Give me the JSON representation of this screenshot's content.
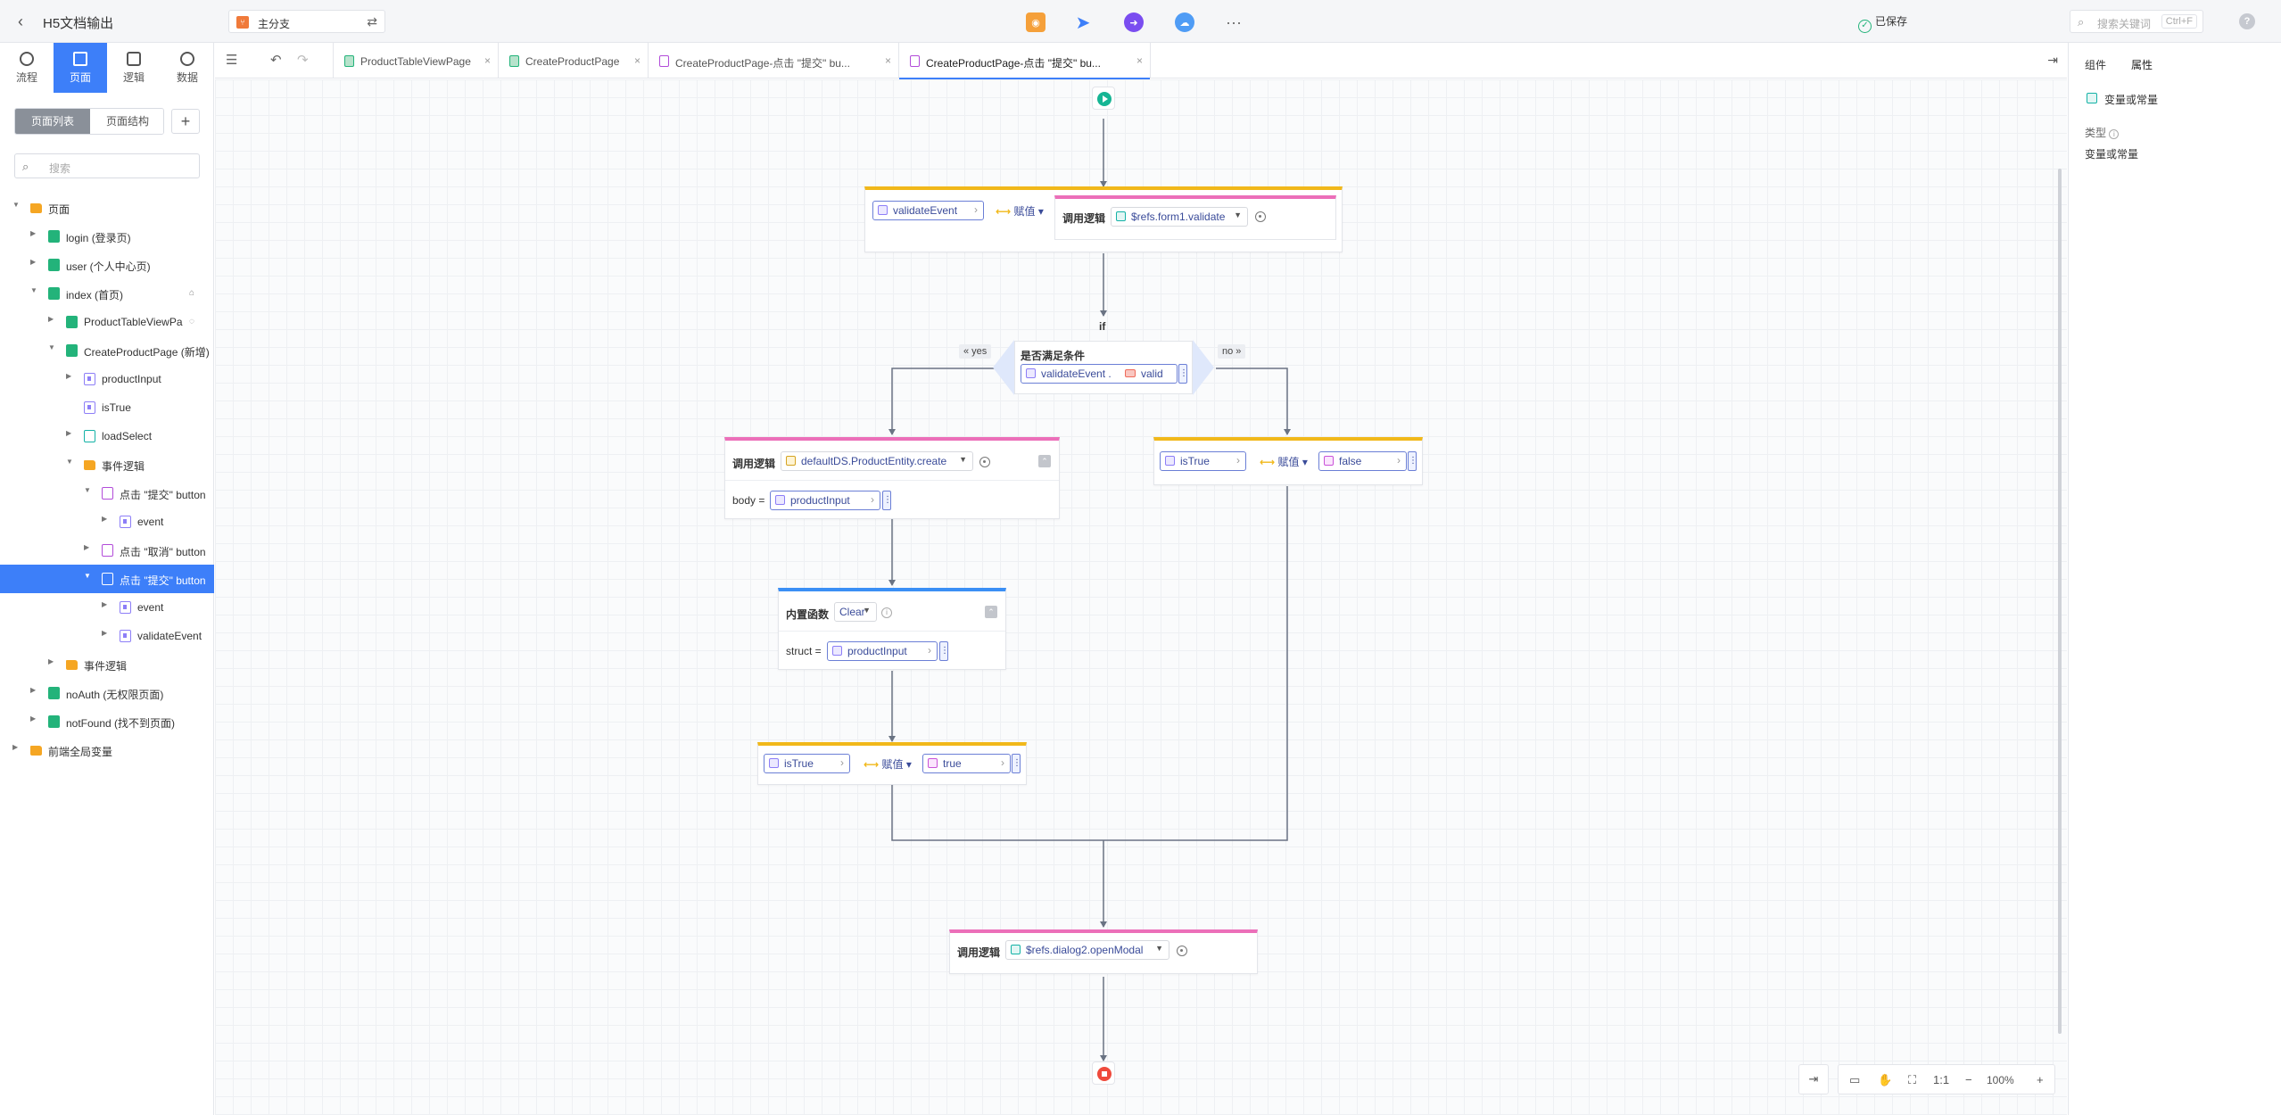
{
  "topbar": {
    "title": "H5文档输出",
    "branch": "主分支",
    "saved": "已保存",
    "search_placeholder": "搜索关键词",
    "search_shortcut": "Ctrl+F",
    "help": "?",
    "tools": [
      "preview-icon",
      "publish-icon",
      "deploy-icon",
      "cloud-icon",
      "more-icon"
    ]
  },
  "left": {
    "mode_tabs": [
      {
        "label": "流程",
        "icon": "flow-icon"
      },
      {
        "label": "页面",
        "icon": "page-icon"
      },
      {
        "label": "逻辑",
        "icon": "logic-icon"
      },
      {
        "label": "数据",
        "icon": "data-icon"
      }
    ],
    "active_mode": "页面",
    "subtabs": [
      "页面列表",
      "页面结构"
    ],
    "add": "+",
    "search_placeholder": "搜索",
    "tree": [
      {
        "label": "页面",
        "type": "folder",
        "depth": 0,
        "expanded": true
      },
      {
        "label": "login (登录页)",
        "type": "page",
        "depth": 1,
        "expanded": false
      },
      {
        "label": "user (个人中心页)",
        "type": "page",
        "depth": 1,
        "expanded": false
      },
      {
        "label": "index (首页)",
        "type": "page",
        "depth": 1,
        "expanded": true,
        "home": true
      },
      {
        "label": "ProductTableViewPa",
        "type": "page",
        "depth": 2,
        "expanded": false,
        "hint": true
      },
      {
        "label": "CreateProductPage (新增)",
        "type": "page",
        "depth": 2,
        "expanded": true
      },
      {
        "label": "productInput",
        "type": "var",
        "depth": 3,
        "expanded": false
      },
      {
        "label": "isTrue",
        "type": "var",
        "depth": 3,
        "leaf": true
      },
      {
        "label": "loadSelect",
        "type": "logic",
        "depth": 3,
        "expanded": false
      },
      {
        "label": "事件逻辑",
        "type": "folder",
        "depth": 3,
        "expanded": true
      },
      {
        "label": "点击 \"提交\" button",
        "type": "event",
        "depth": 4,
        "expanded": true
      },
      {
        "label": "event",
        "type": "var",
        "depth": 5,
        "expanded": false
      },
      {
        "label": "点击 \"取消\" button",
        "type": "event",
        "depth": 4,
        "expanded": false
      },
      {
        "label": "点击 \"提交\" button",
        "type": "event",
        "depth": 4,
        "expanded": true,
        "selected": true
      },
      {
        "label": "event",
        "type": "var",
        "depth": 5,
        "expanded": false
      },
      {
        "label": "validateEvent",
        "type": "var",
        "depth": 5,
        "expanded": false
      },
      {
        "label": "事件逻辑",
        "type": "folder",
        "depth": 2,
        "expanded": false
      },
      {
        "label": "noAuth (无权限页面)",
        "type": "page",
        "depth": 1,
        "expanded": false
      },
      {
        "label": "notFound (找不到页面)",
        "type": "page",
        "depth": 1,
        "expanded": false
      },
      {
        "label": "前端全局变量",
        "type": "folder",
        "depth": 0,
        "expanded": false
      }
    ]
  },
  "tabs": [
    {
      "label": "ProductTableViewPage",
      "icon": "page"
    },
    {
      "label": "CreateProductPage",
      "icon": "page"
    },
    {
      "label": "CreateProductPage-点击 \"提交\" bu...",
      "icon": "event"
    },
    {
      "label": "CreateProductPage-点击 \"提交\" bu...",
      "icon": "event",
      "active": true
    }
  ],
  "flow": {
    "assign1": {
      "left": "validateEvent",
      "op": "赋值",
      "call_label": "调用逻辑",
      "call_target": "$refs.form1.validate"
    },
    "if": {
      "label": "if",
      "cond_title": "是否满足条件",
      "cond_left": "validateEvent .",
      "cond_prop": "valid",
      "yes": "« yes",
      "no": "no »"
    },
    "call_create": {
      "label": "调用逻辑",
      "target": "defaultDS.ProductEntity.create",
      "param": "body =",
      "value": "productInput"
    },
    "assign_false": {
      "left": "isTrue",
      "op": "赋值",
      "right": "false"
    },
    "builtin": {
      "label": "内置函数",
      "fn": "Clear",
      "param": "struct =",
      "value": "productInput"
    },
    "assign_true": {
      "left": "isTrue",
      "op": "赋值",
      "right": "true"
    },
    "call_modal": {
      "label": "调用逻辑",
      "target": "$refs.dialog2.openModal"
    }
  },
  "bottom": {
    "zoom_fit": "1:1",
    "zoom": "100%",
    "minus": "−",
    "plus": "+"
  },
  "right": {
    "tabs": [
      "组件",
      "属性"
    ],
    "active_tab": "属性",
    "item": "变量或常量",
    "type_label": "类型",
    "type_value": "变量或常量"
  }
}
